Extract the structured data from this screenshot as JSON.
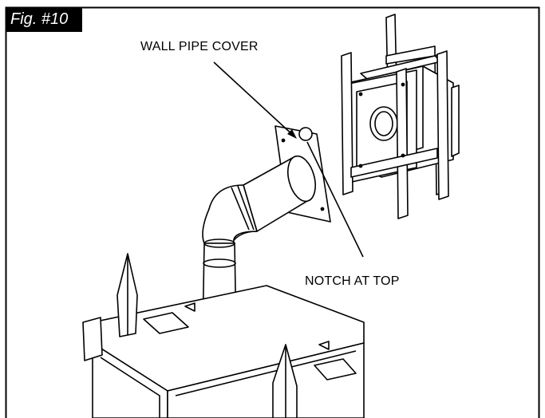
{
  "figure": {
    "label": "Fig. #10"
  },
  "callouts": {
    "wall_pipe_cover": "WALL PIPE COVER",
    "notch_at_top": "NOTCH AT TOP"
  },
  "colors": {
    "line": "#000000",
    "background": "#ffffff",
    "label_bg": "#000000",
    "label_text": "#ffffff"
  }
}
